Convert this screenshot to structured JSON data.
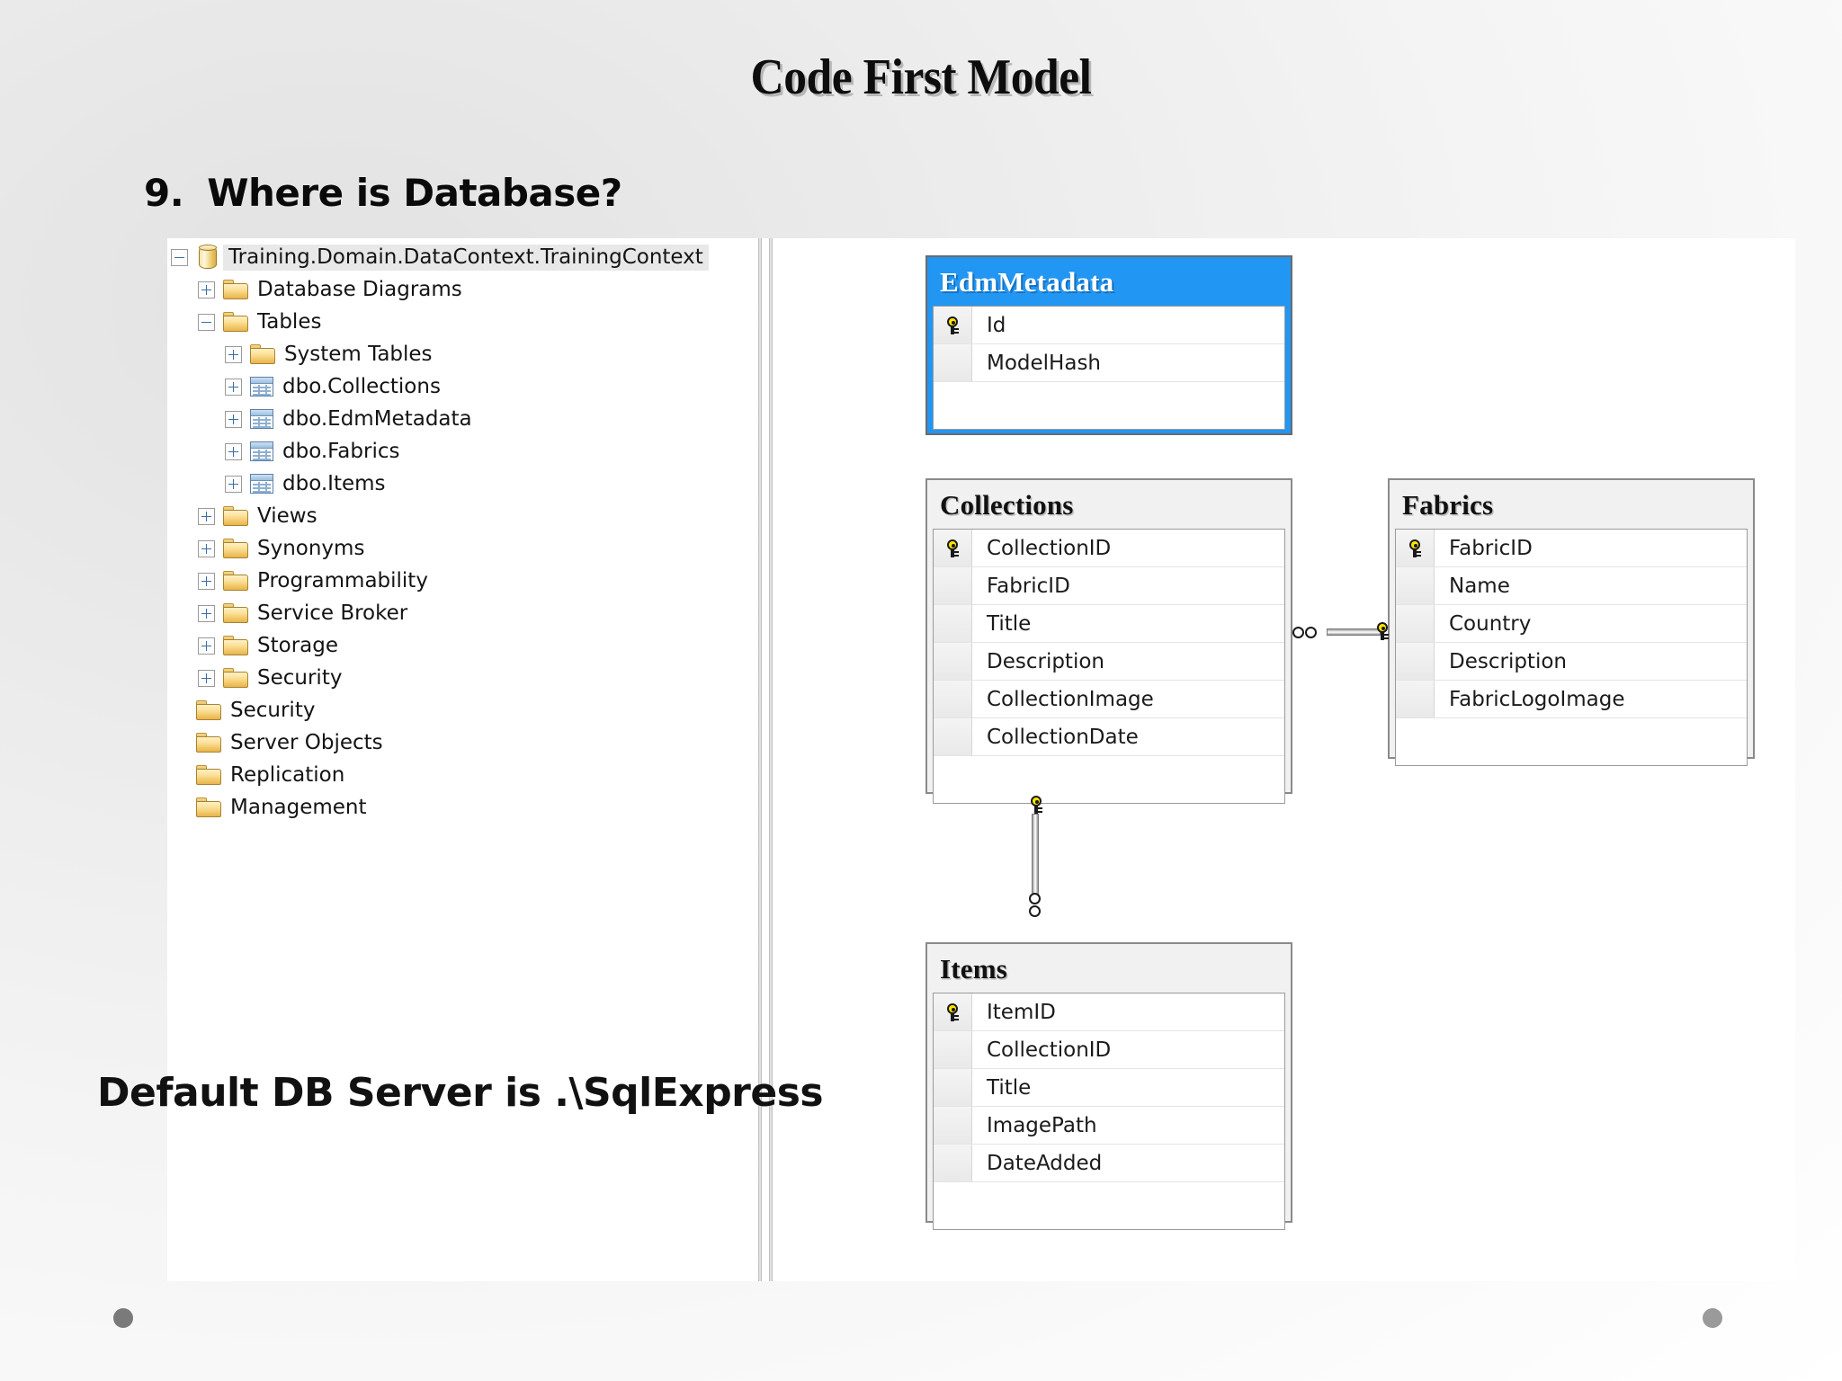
{
  "slide": {
    "title": "Code First Model",
    "heading_number": "9.",
    "heading_text": "Where is Database?",
    "caption": "Default  DB Server is .\\SqlExpress"
  },
  "tree": {
    "name": "object-explorer-tree",
    "nodes": [
      {
        "label": "Training.Domain.DataContext.TrainingContext",
        "icon": "database-icon",
        "toggle": "minus",
        "indent": 0,
        "selected": true
      },
      {
        "label": "Database Diagrams",
        "icon": "folder-icon",
        "toggle": "plus",
        "indent": 1,
        "selected": false
      },
      {
        "label": "Tables",
        "icon": "folder-icon",
        "toggle": "minus",
        "indent": 1,
        "selected": false
      },
      {
        "label": "System Tables",
        "icon": "folder-icon",
        "toggle": "plus",
        "indent": 2,
        "selected": false
      },
      {
        "label": "dbo.Collections",
        "icon": "table-icon",
        "toggle": "plus",
        "indent": 2,
        "selected": false
      },
      {
        "label": "dbo.EdmMetadata",
        "icon": "table-icon",
        "toggle": "plus",
        "indent": 2,
        "selected": false
      },
      {
        "label": "dbo.Fabrics",
        "icon": "table-icon",
        "toggle": "plus",
        "indent": 2,
        "selected": false
      },
      {
        "label": "dbo.Items",
        "icon": "table-icon",
        "toggle": "plus",
        "indent": 2,
        "selected": false
      },
      {
        "label": "Views",
        "icon": "folder-icon",
        "toggle": "plus",
        "indent": 1,
        "selected": false
      },
      {
        "label": "Synonyms",
        "icon": "folder-icon",
        "toggle": "plus",
        "indent": 1,
        "selected": false
      },
      {
        "label": "Programmability",
        "icon": "folder-icon",
        "toggle": "plus",
        "indent": 1,
        "selected": false
      },
      {
        "label": "Service Broker",
        "icon": "folder-icon",
        "toggle": "plus",
        "indent": 1,
        "selected": false
      },
      {
        "label": "Storage",
        "icon": "folder-icon",
        "toggle": "plus",
        "indent": 1,
        "selected": false
      },
      {
        "label": "Security",
        "icon": "folder-icon",
        "toggle": "plus",
        "indent": 1,
        "selected": false
      },
      {
        "label": "Security",
        "icon": "folder-icon",
        "toggle": "none",
        "indent": 0,
        "selected": false
      },
      {
        "label": "Server Objects",
        "icon": "folder-icon",
        "toggle": "none",
        "indent": 0,
        "selected": false
      },
      {
        "label": "Replication",
        "icon": "folder-icon",
        "toggle": "none",
        "indent": 0,
        "selected": false
      },
      {
        "label": "Management",
        "icon": "folder-icon",
        "toggle": "none",
        "indent": 0,
        "selected": false
      }
    ]
  },
  "diagram": {
    "name": "database-diagram",
    "entities": [
      {
        "name": "EdmMetadata",
        "selected": true,
        "fields": [
          {
            "label": "Id",
            "key": true
          },
          {
            "label": "ModelHash",
            "key": false
          }
        ]
      },
      {
        "name": "Collections",
        "selected": false,
        "fields": [
          {
            "label": "CollectionID",
            "key": true
          },
          {
            "label": "FabricID",
            "key": false
          },
          {
            "label": "Title",
            "key": false
          },
          {
            "label": "Description",
            "key": false
          },
          {
            "label": "CollectionImage",
            "key": false
          },
          {
            "label": "CollectionDate",
            "key": false
          }
        ]
      },
      {
        "name": "Fabrics",
        "selected": false,
        "fields": [
          {
            "label": "FabricID",
            "key": true
          },
          {
            "label": "Name",
            "key": false
          },
          {
            "label": "Country",
            "key": false
          },
          {
            "label": "Description",
            "key": false
          },
          {
            "label": "FabricLogoImage",
            "key": false
          }
        ]
      },
      {
        "name": "Items",
        "selected": false,
        "fields": [
          {
            "label": "ItemID",
            "key": true
          },
          {
            "label": "CollectionID",
            "key": false
          },
          {
            "label": "Title",
            "key": false
          },
          {
            "label": "ImagePath",
            "key": false
          },
          {
            "label": "DateAdded",
            "key": false
          }
        ]
      }
    ],
    "relationships": [
      {
        "from": "Fabrics",
        "to": "Collections",
        "type": "one-to-many",
        "orientation": "horizontal"
      },
      {
        "from": "Collections",
        "to": "Items",
        "type": "one-to-many",
        "orientation": "vertical"
      }
    ]
  },
  "colors": {
    "selected_entity": "#2196f3",
    "key_icon": "#ffe500",
    "folder_icon": "#f0c766",
    "panel_background": "#ffffff"
  }
}
